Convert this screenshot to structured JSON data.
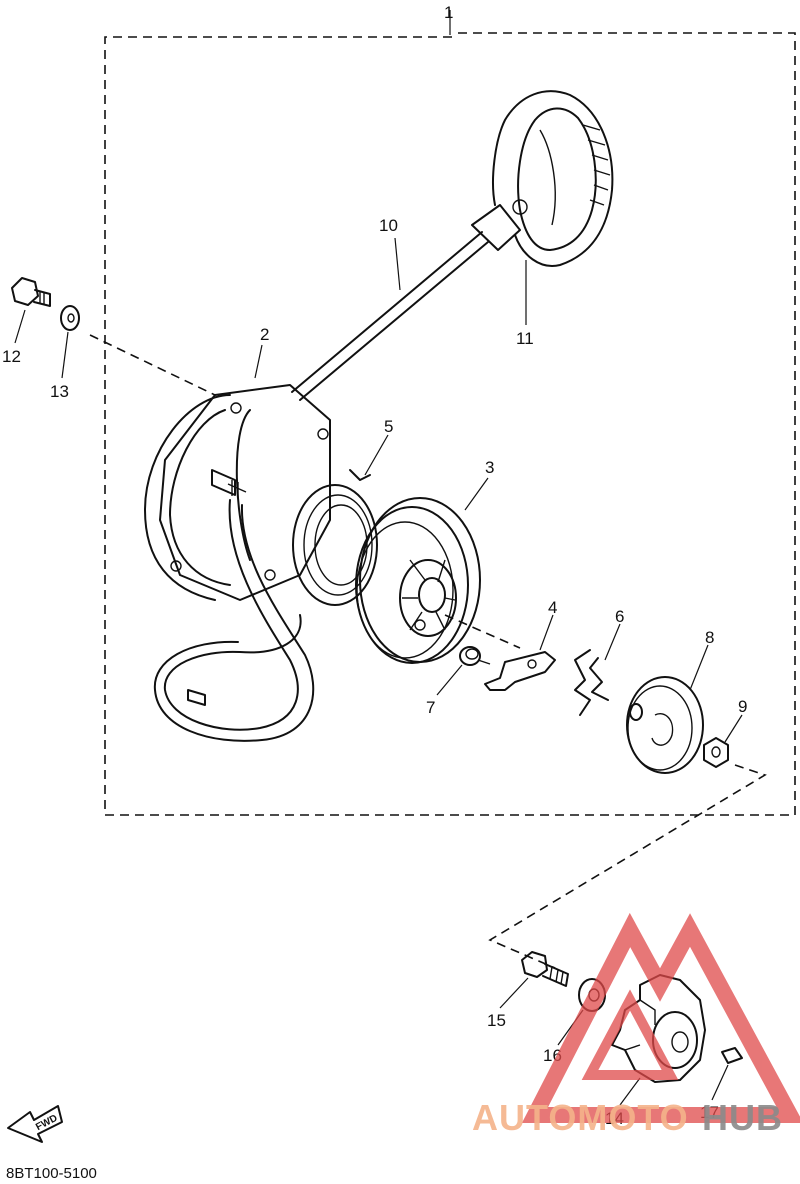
{
  "diagram": {
    "drawing_code": "8BT100-5100",
    "fwd_label": "FWD",
    "callouts": [
      "1",
      "2",
      "3",
      "4",
      "5",
      "6",
      "7",
      "8",
      "9",
      "10",
      "11",
      "12",
      "13",
      "14",
      "15",
      "16",
      "17"
    ]
  },
  "watermark": {
    "text_a": "AUTOMOTO",
    "text_b": "HUB",
    "color_a": "#f5b38a",
    "color_b": "#8a8a8a",
    "triangle_color": "#e04a4a"
  }
}
